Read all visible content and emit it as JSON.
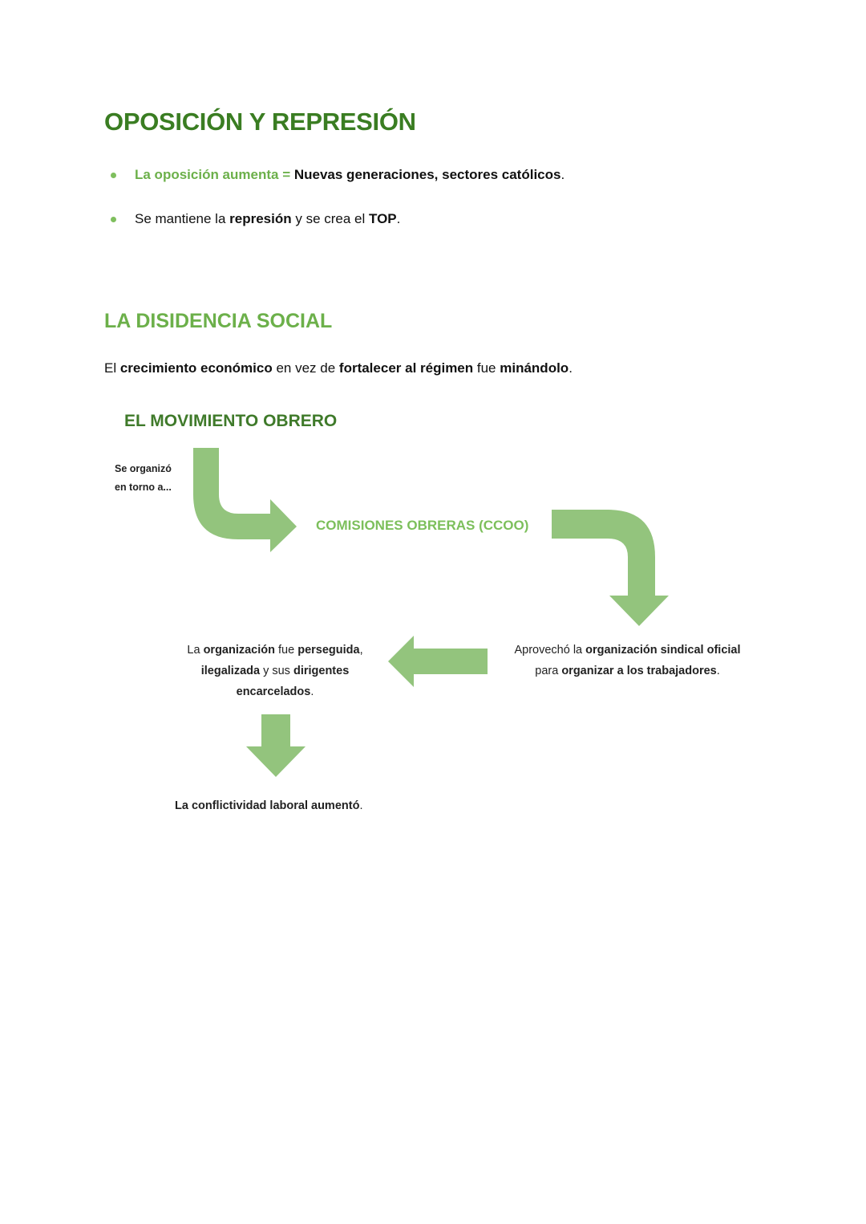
{
  "section1": {
    "title": "OPOSICIÓN Y REPRESIÓN",
    "bullet1": {
      "green": "La oposición aumenta =",
      "bold": "Nuevas generaciones, sectores católicos",
      "end": "."
    },
    "bullet2": {
      "t1": "Se mantiene la ",
      "b1": "represión",
      "t2": " y se crea el ",
      "b2": "TOP",
      "t3": "."
    }
  },
  "section2": {
    "title": "LA DISIDENCIA SOCIAL",
    "para": {
      "t1": "El ",
      "b1": "crecimiento económico",
      "t2": " en vez de ",
      "b2": "fortalecer al régimen",
      "t3": " fue ",
      "b3": "minándolo",
      "t4": "."
    }
  },
  "diagram": {
    "title": "EL MOVIMIENTO OBRERO",
    "side_label_line1": "Se organizó",
    "side_label_line2": "en torno a...",
    "ccoo": "COMISIONES OBRERAS (CCOO)",
    "right_box": {
      "t1": "Aprovechó la ",
      "b1": "organización sindical oficial",
      "t2": "para ",
      "b2": "organizar a los trabajadores",
      "t3": "."
    },
    "left_box": {
      "t1": "La ",
      "b1": "organización",
      "t2": " fue ",
      "b2": "perseguida",
      "t3": ",",
      "b3": "ilegalizada",
      "t4": " y sus ",
      "b4": "dirigentes",
      "b5": "encarcelados",
      "t5": "."
    },
    "final": {
      "b1": "La conflictividad laboral aumentó",
      "t1": "."
    },
    "arrow_color": "#93c47d"
  },
  "colors": {
    "dark_green": "#3a7d22",
    "mid_green": "#6cb04a",
    "light_green": "#93c47d"
  }
}
